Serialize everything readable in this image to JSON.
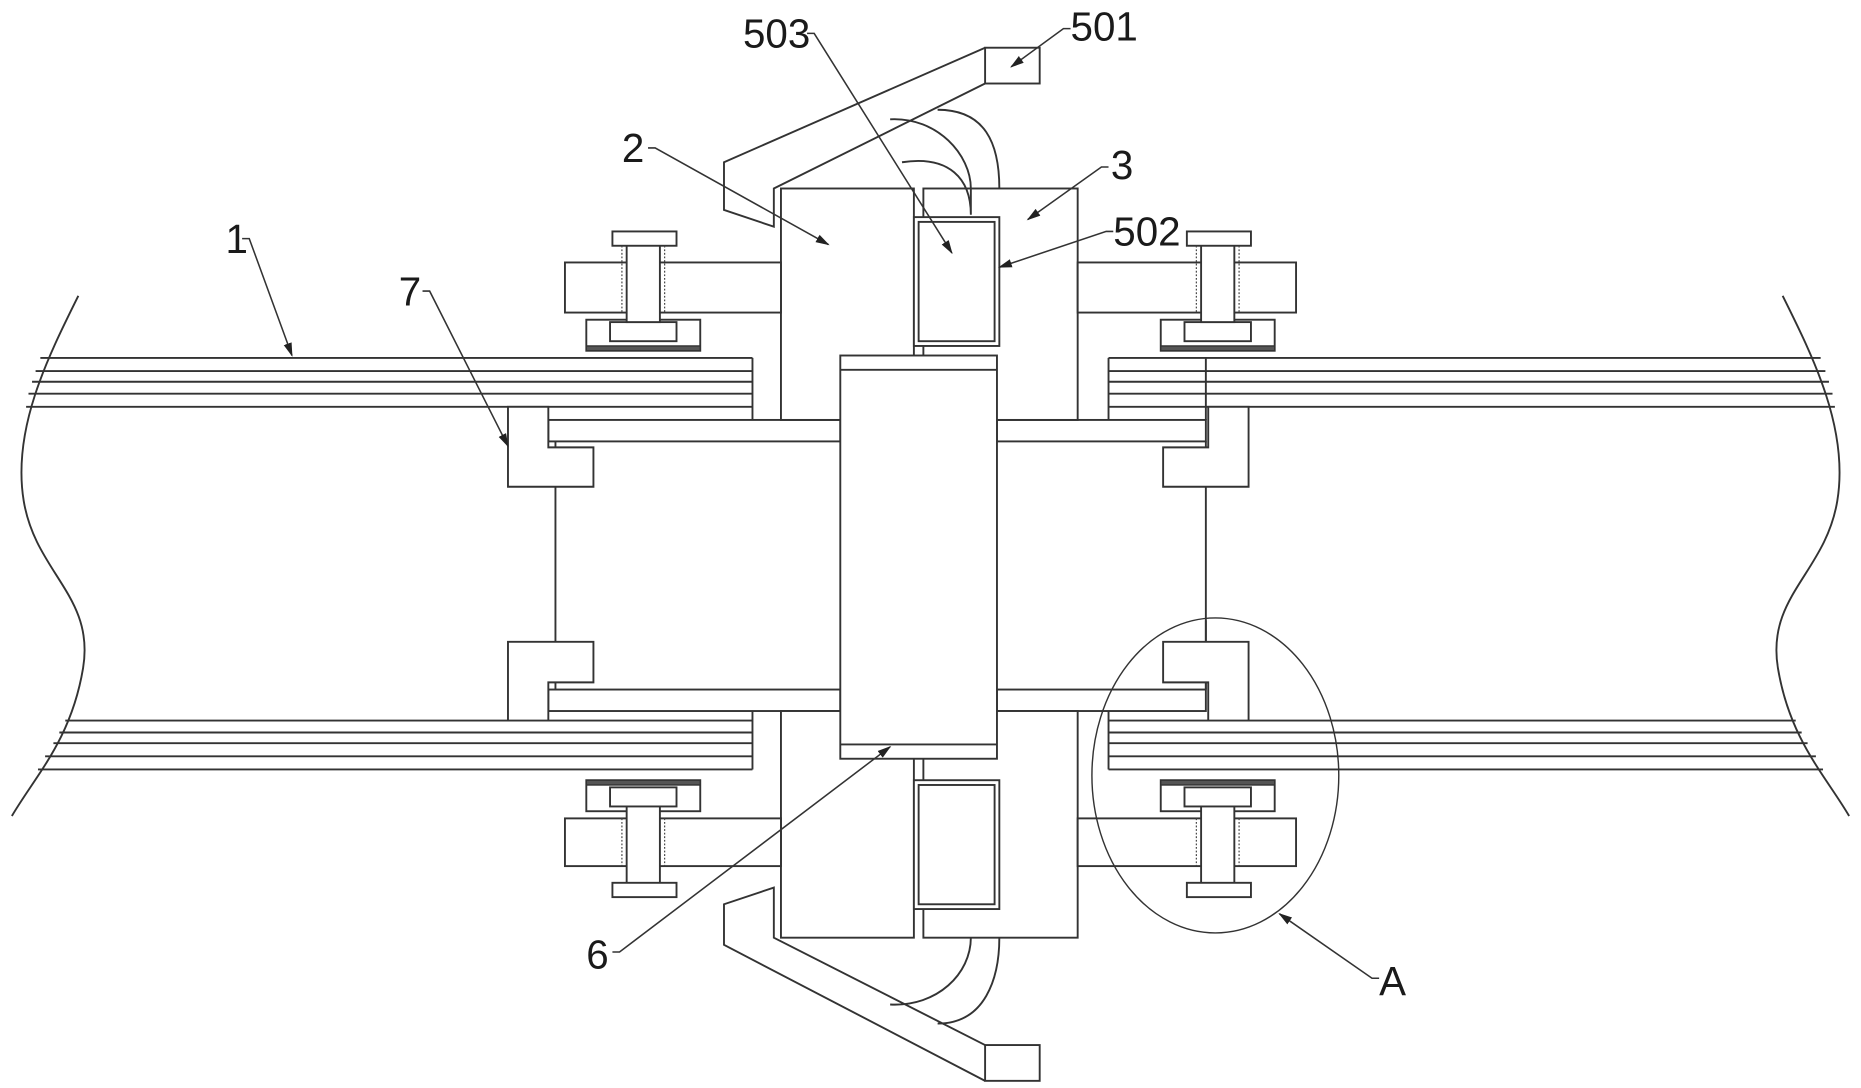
{
  "figure": {
    "type": "mechanical patent drawing",
    "subject": "pipe connection assembly with clamp bolts and pipe joint"
  },
  "labels": {
    "pipe": "1",
    "left_clamp_body": "2",
    "right_clamp_body": "3",
    "handle": "501",
    "insert_block": "502",
    "connector_plate": "503",
    "center_sleeve": "6",
    "seal_ring": "7",
    "detail_callout": "A"
  },
  "colors": {
    "line": "#333333",
    "background": "#ffffff"
  }
}
